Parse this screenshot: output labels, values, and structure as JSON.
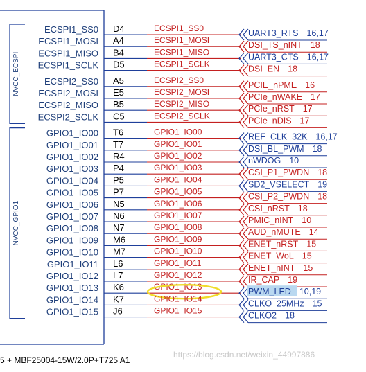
{
  "groups": [
    {
      "label": "NVCC_ECSPI",
      "first": 0,
      "last": 7
    },
    {
      "label": "NVCC_GPIO1",
      "first": 8,
      "last": 23
    }
  ],
  "rows": [
    {
      "pin": "ECSPI1_SS0",
      "ball": "D4",
      "net": "ECSPI1_SS0",
      "port": "UART3_RTS",
      "page": "16,17",
      "color": "#1f3f9a"
    },
    {
      "pin": "ECSPI1_MOSI",
      "ball": "A4",
      "net": "ECSPI1_MOSI",
      "port": "DSI_TS_nINT",
      "page": "18",
      "color": "#c42020"
    },
    {
      "pin": "ECSPI1_MISO",
      "ball": "B4",
      "net": "ECSPI1_MISO",
      "port": "UART3_CTS",
      "page": "16,17",
      "color": "#1f3f9a"
    },
    {
      "pin": "ECSPI1_SCLK",
      "ball": "D5",
      "net": "ECSPI1_SCLK",
      "port": "DSI_EN",
      "page": "18",
      "color": "#c42020"
    },
    {
      "pin": "ECSPI2_SS0",
      "ball": "A5",
      "net": "ECSPI2_SS0",
      "port": "PCIE_nPME",
      "page": "16",
      "color": "#c42020"
    },
    {
      "pin": "ECSPI2_MOSI",
      "ball": "E5",
      "net": "ECSPI2_MOSI",
      "port": "PCIe_nWAKE",
      "page": "17",
      "color": "#c42020"
    },
    {
      "pin": "ECSPI2_MISO",
      "ball": "B5",
      "net": "ECSPI2_MISO",
      "port": "PCIe_nRST",
      "page": "17",
      "color": "#c42020"
    },
    {
      "pin": "ECSPI2_SCLK",
      "ball": "C5",
      "net": "ECSPI2_SCLK",
      "port": "PCIe_nDIS",
      "page": "17",
      "color": "#c42020"
    },
    {
      "pin": "GPIO1_IO00",
      "ball": "T6",
      "net": "GPIO1_IO00",
      "port": "REF_CLK_32K",
      "page": "16,17",
      "color": "#1f3f9a"
    },
    {
      "pin": "GPIO1_IO01",
      "ball": "T7",
      "net": "GPIO1_IO01",
      "port": "DSI_BL_PWM",
      "page": "18",
      "color": "#1f3f9a"
    },
    {
      "pin": "GPIO1_IO02",
      "ball": "R4",
      "net": "GPIO1_IO02",
      "port": "nWDOG",
      "page": "10",
      "color": "#1f3f9a"
    },
    {
      "pin": "GPIO1_IO03",
      "ball": "P4",
      "net": "GPIO1_IO03",
      "port": "CSI_P1_PWDN",
      "page": "18",
      "color": "#c42020"
    },
    {
      "pin": "GPIO1_IO04",
      "ball": "P5",
      "net": "GPIO1_IO04",
      "port": "SD2_VSELECT",
      "page": "19",
      "color": "#1f3f9a"
    },
    {
      "pin": "GPIO1_IO05",
      "ball": "P7",
      "net": "GPIO1_IO05",
      "port": "CSI_P2_PWDN",
      "page": "18",
      "color": "#c42020"
    },
    {
      "pin": "GPIO1_IO06",
      "ball": "N5",
      "net": "GPIO1_IO06",
      "port": "CSI_nRST",
      "page": "18",
      "color": "#c42020"
    },
    {
      "pin": "GPIO1_IO07",
      "ball": "N6",
      "net": "GPIO1_IO07",
      "port": "PMIC_nINT",
      "page": "10",
      "color": "#c42020"
    },
    {
      "pin": "GPIO1_IO08",
      "ball": "N7",
      "net": "GPIO1_IO08",
      "port": "AUD_nMUTE",
      "page": "14",
      "color": "#c42020"
    },
    {
      "pin": "GPIO1_IO09",
      "ball": "M6",
      "net": "GPIO1_IO09",
      "port": "ENET_nRST",
      "page": "15",
      "color": "#c42020"
    },
    {
      "pin": "GPIO1_IO10",
      "ball": "M7",
      "net": "GPIO1_IO10",
      "port": "ENET_WoL",
      "page": "15",
      "color": "#c42020"
    },
    {
      "pin": "GPIO1_IO11",
      "ball": "L6",
      "net": "GPIO1_IO11",
      "port": "ENET_nINT",
      "page": "15",
      "color": "#c42020"
    },
    {
      "pin": "GPIO1_IO12",
      "ball": "L7",
      "net": "GPIO1_IO12",
      "port": "IR_CAP",
      "page": "19",
      "color": "#c42020"
    },
    {
      "pin": "GPIO1_IO13",
      "ball": "K6",
      "net": "GPIO1_IO13",
      "port": "PWM_LED",
      "page": "10,19",
      "color": "#1f3f9a",
      "highlight": true
    },
    {
      "pin": "GPIO1_IO14",
      "ball": "K7",
      "net": "GPIO1_IO14",
      "port": "CLKO_25MHz",
      "page": "15",
      "color": "#1f3f9a"
    },
    {
      "pin": "GPIO1_IO15",
      "ball": "J6",
      "net": "GPIO1_IO15",
      "port": "CLKO2",
      "page": "18",
      "color": "#1f3f9a"
    }
  ],
  "footer": "5 + MBF25004-15W/2.0P+T725 A1",
  "watermark": "https://blog.csdn.net/weixin_44997886",
  "colors": {
    "box": "#1f3f9a",
    "wire": "#c42020",
    "highlight": "#f0dc2a",
    "pwm_bg": "#b9d8f0"
  }
}
